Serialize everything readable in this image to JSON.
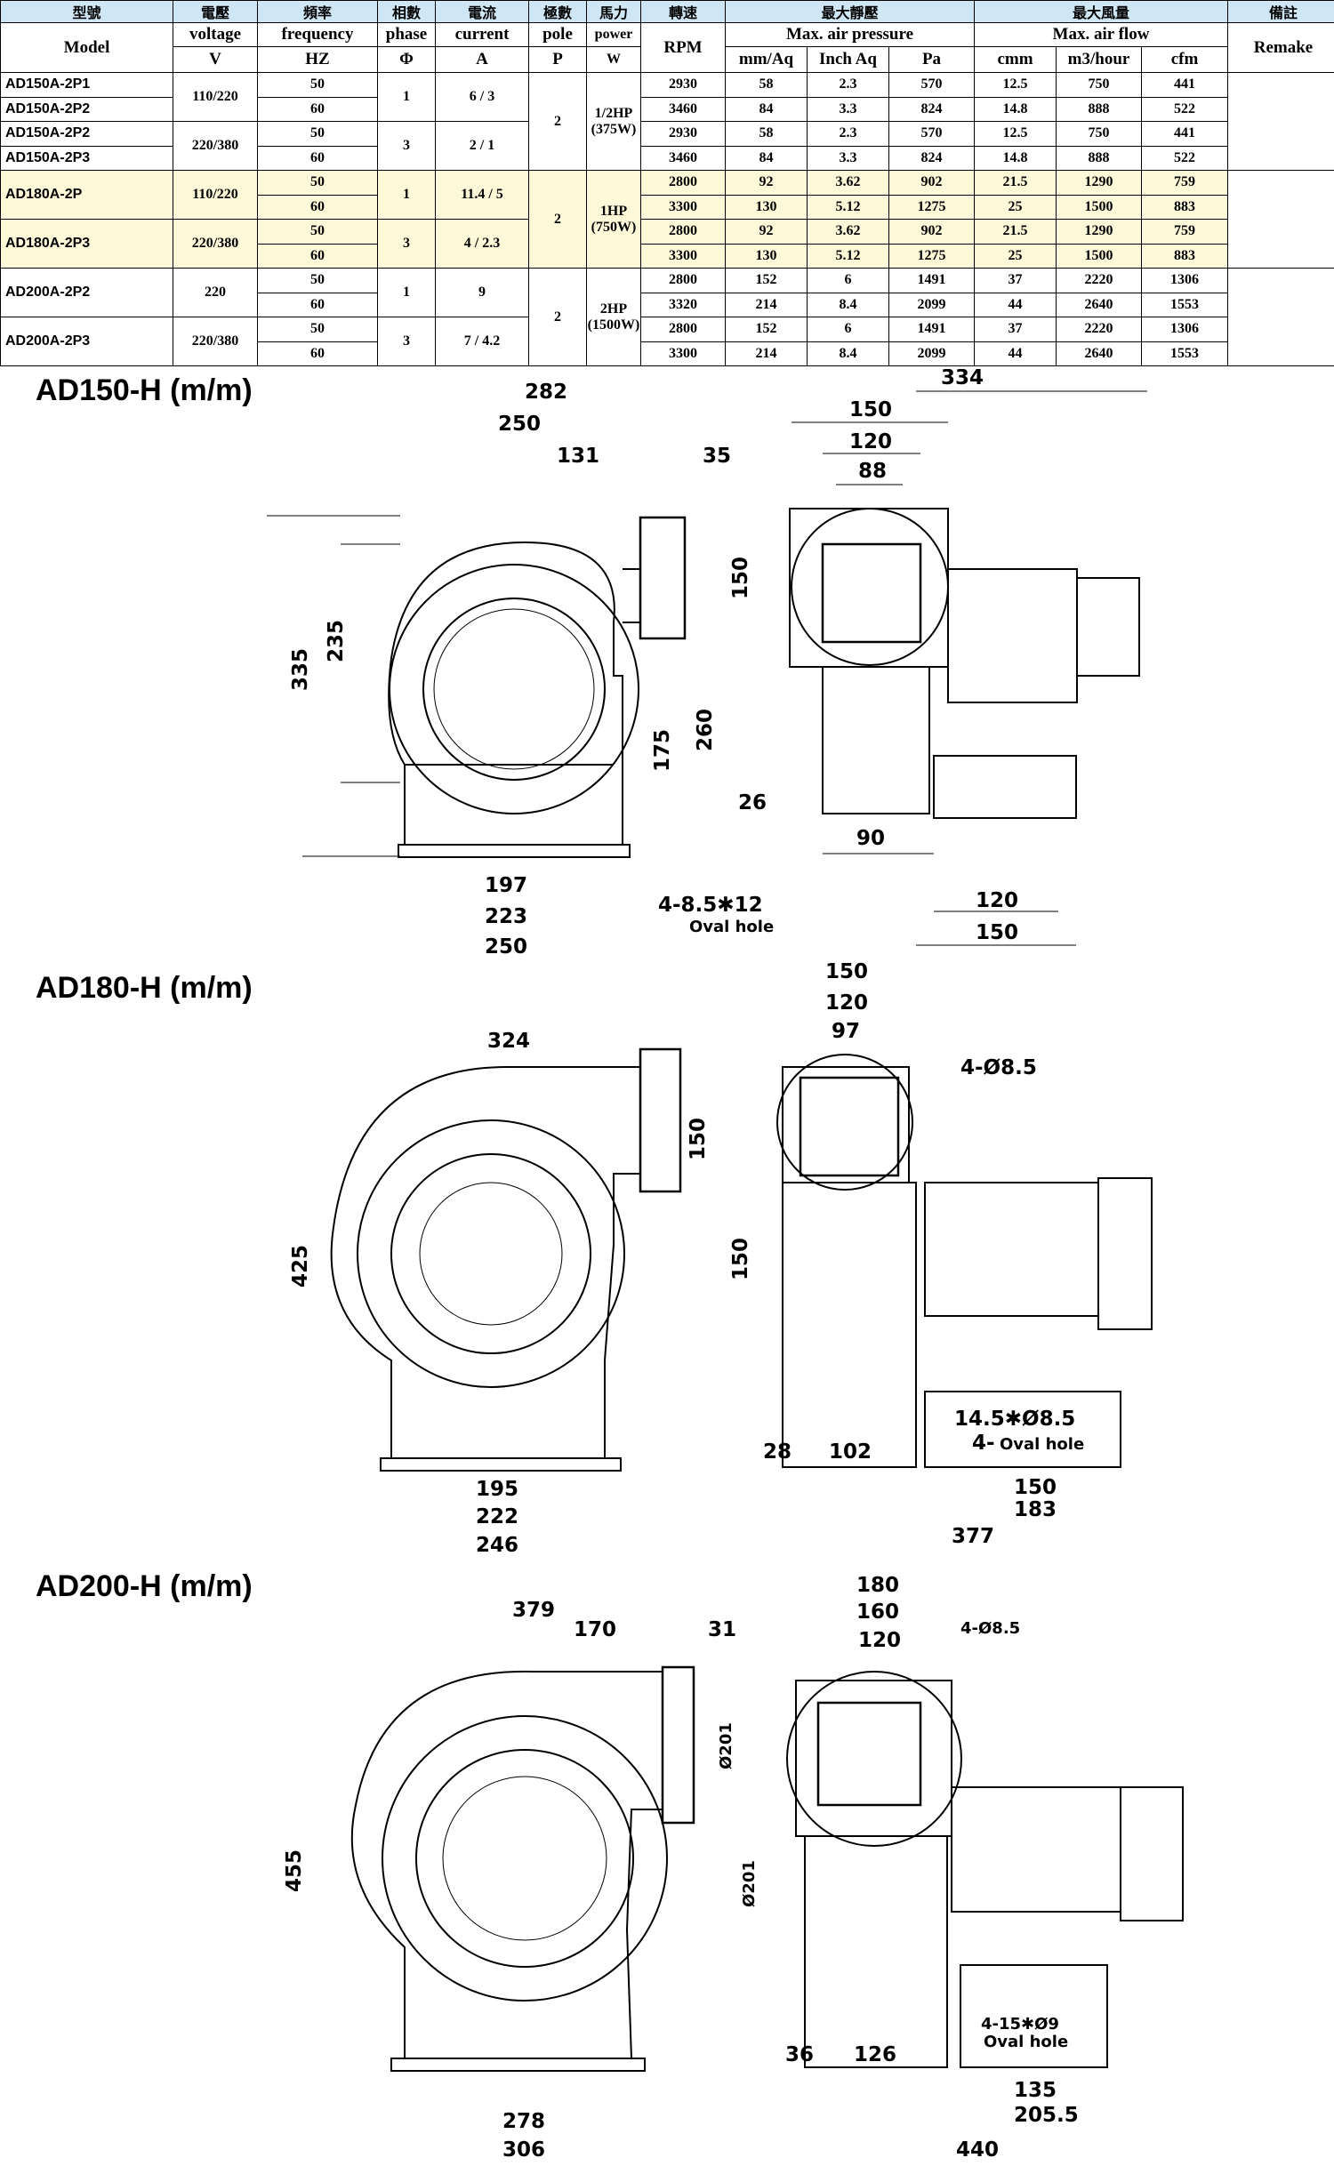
{
  "table": {
    "header_cn": [
      "型號",
      "電壓",
      "頻率",
      "相數",
      "電流",
      "極數",
      "馬力",
      "轉速",
      "最大靜壓",
      "最大風量",
      "備註"
    ],
    "header_en": {
      "model": "Model",
      "voltage": "voltage",
      "frequency": "frequency",
      "phase": "phase",
      "current": "current",
      "pole": "pole",
      "power": "power",
      "rpm": "RPM",
      "max_pressure": "Max. air pressure",
      "max_flow": "Max. air flow",
      "remake": "Remake"
    },
    "units": {
      "voltage": "V",
      "frequency": "HZ",
      "phase": "Φ",
      "current": "A",
      "pole": "P",
      "power": "W",
      "mmaq": "mm/Aq",
      "inchaq": "Inch Aq",
      "pa": "Pa",
      "cmm": "cmm",
      "m3h": "m3/hour",
      "cfm": "cfm"
    },
    "groups": [
      {
        "pole": "2",
        "power": "1/2HP (375W)",
        "models": [
          "AD150A-2P1",
          "AD150A-2P2",
          "AD150A-2P2",
          "AD150A-2P3"
        ],
        "elec": [
          {
            "voltage": "110/220",
            "phase": "1",
            "current": "6 / 3"
          },
          {
            "voltage": "220/380",
            "phase": "3",
            "current": "2 / 1"
          }
        ],
        "rows": [
          {
            "hz": "50",
            "rpm": "2930",
            "mmaq": "58",
            "inchaq": "2.3",
            "pa": "570",
            "cmm": "12.5",
            "m3h": "750",
            "cfm": "441"
          },
          {
            "hz": "60",
            "rpm": "3460",
            "mmaq": "84",
            "inchaq": "3.3",
            "pa": "824",
            "cmm": "14.8",
            "m3h": "888",
            "cfm": "522"
          },
          {
            "hz": "50",
            "rpm": "2930",
            "mmaq": "58",
            "inchaq": "2.3",
            "pa": "570",
            "cmm": "12.5",
            "m3h": "750",
            "cfm": "441"
          },
          {
            "hz": "60",
            "rpm": "3460",
            "mmaq": "84",
            "inchaq": "3.3",
            "pa": "824",
            "cmm": "14.8",
            "m3h": "888",
            "cfm": "522"
          }
        ]
      },
      {
        "pole": "2",
        "power": "1HP (750W)",
        "models": [
          "AD180A-2P",
          "AD180A-2P3"
        ],
        "elec": [
          {
            "voltage": "110/220",
            "phase": "1",
            "current": "11.4 / 5"
          },
          {
            "voltage": "220/380",
            "phase": "3",
            "current": "4 / 2.3"
          }
        ],
        "rows": [
          {
            "hz": "50",
            "rpm": "2800",
            "mmaq": "92",
            "inchaq": "3.62",
            "pa": "902",
            "cmm": "21.5",
            "m3h": "1290",
            "cfm": "759"
          },
          {
            "hz": "60",
            "rpm": "3300",
            "mmaq": "130",
            "inchaq": "5.12",
            "pa": "1275",
            "cmm": "25",
            "m3h": "1500",
            "cfm": "883"
          },
          {
            "hz": "50",
            "rpm": "2800",
            "mmaq": "92",
            "inchaq": "3.62",
            "pa": "902",
            "cmm": "21.5",
            "m3h": "1290",
            "cfm": "759"
          },
          {
            "hz": "60",
            "rpm": "3300",
            "mmaq": "130",
            "inchaq": "5.12",
            "pa": "1275",
            "cmm": "25",
            "m3h": "1500",
            "cfm": "883"
          }
        ]
      },
      {
        "pole": "2",
        "power": "2HP (1500W)",
        "models": [
          "AD200A-2P2",
          "AD200A-2P3"
        ],
        "elec": [
          {
            "voltage": "220",
            "phase": "1",
            "current": "9"
          },
          {
            "voltage": "220/380",
            "phase": "3",
            "current": "7 / 4.2"
          }
        ],
        "rows": [
          {
            "hz": "50",
            "rpm": "2800",
            "mmaq": "152",
            "inchaq": "6",
            "pa": "1491",
            "cmm": "37",
            "m3h": "2220",
            "cfm": "1306"
          },
          {
            "hz": "60",
            "rpm": "3320",
            "mmaq": "214",
            "inchaq": "8.4",
            "pa": "2099",
            "cmm": "44",
            "m3h": "2640",
            "cfm": "1553"
          },
          {
            "hz": "50",
            "rpm": "2800",
            "mmaq": "152",
            "inchaq": "6",
            "pa": "1491",
            "cmm": "37",
            "m3h": "2220",
            "cfm": "1306"
          },
          {
            "hz": "60",
            "rpm": "3300",
            "mmaq": "214",
            "inchaq": "8.4",
            "pa": "2099",
            "cmm": "44",
            "m3h": "2640",
            "cfm": "1553"
          }
        ]
      }
    ]
  },
  "drawings": {
    "ad150": {
      "title": "AD150-H (m/m)",
      "dims": [
        "282",
        "250",
        "131",
        "35",
        "335",
        "235",
        "150",
        "260",
        "175",
        "26",
        "197",
        "223",
        "250",
        "4-8.5✱12",
        "Oval hole",
        "334",
        "150",
        "120",
        "88",
        "90",
        "120",
        "150"
      ]
    },
    "ad180": {
      "title": "AD180-H (m/m)",
      "dims": [
        "324",
        "425",
        "150",
        "195",
        "222",
        "246",
        "150",
        "120",
        "97",
        "4-Ø8.5",
        "150",
        "14.5✱Ø8.5",
        "4-",
        "Oval hole",
        "28",
        "102",
        "150",
        "183",
        "377"
      ]
    },
    "ad200": {
      "title": "AD200-H (m/m)",
      "dims": [
        "379",
        "170",
        "31",
        "455",
        "Ø201",
        "278",
        "306",
        "180",
        "160",
        "120",
        "4-Ø8.5",
        "Ø201",
        "4-15✱Ø9",
        "Oval hole",
        "36",
        "126",
        "135",
        "205.5",
        "440"
      ]
    }
  }
}
